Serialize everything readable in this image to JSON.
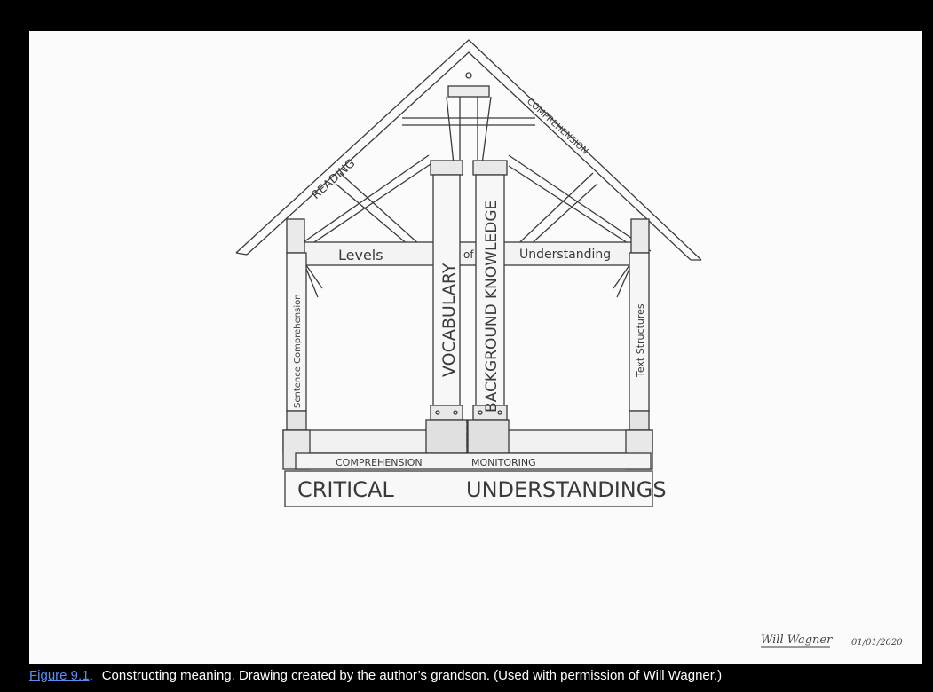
{
  "diagram": {
    "roof_left": "READING",
    "roof_right": "COMPREHENSION",
    "beam_left": "Levels",
    "beam_mid": "of",
    "beam_right": "Understanding",
    "pillar_left": "Sentence Comprehension",
    "pillar_vocab": "VOCABULARY",
    "pillar_background": "BACKGROUND KNOWLEDGE",
    "pillar_right": "Text Structures",
    "floor_left": "COMPREHENSION",
    "floor_right": "MONITORING",
    "base_left": "CRITICAL",
    "base_right": "UNDERSTANDINGS"
  },
  "signature": {
    "name": "Will Wagner",
    "date": "01/01/2020"
  },
  "caption": {
    "figure_link": "Figure 9.1",
    "text": "Constructing meaning. Drawing created by the author’s grandson. (Used with permission of Will Wagner.)"
  },
  "colors": {
    "ink": "#3a3a3a",
    "paper": "#fbfbfb",
    "link": "#5b8dee"
  }
}
